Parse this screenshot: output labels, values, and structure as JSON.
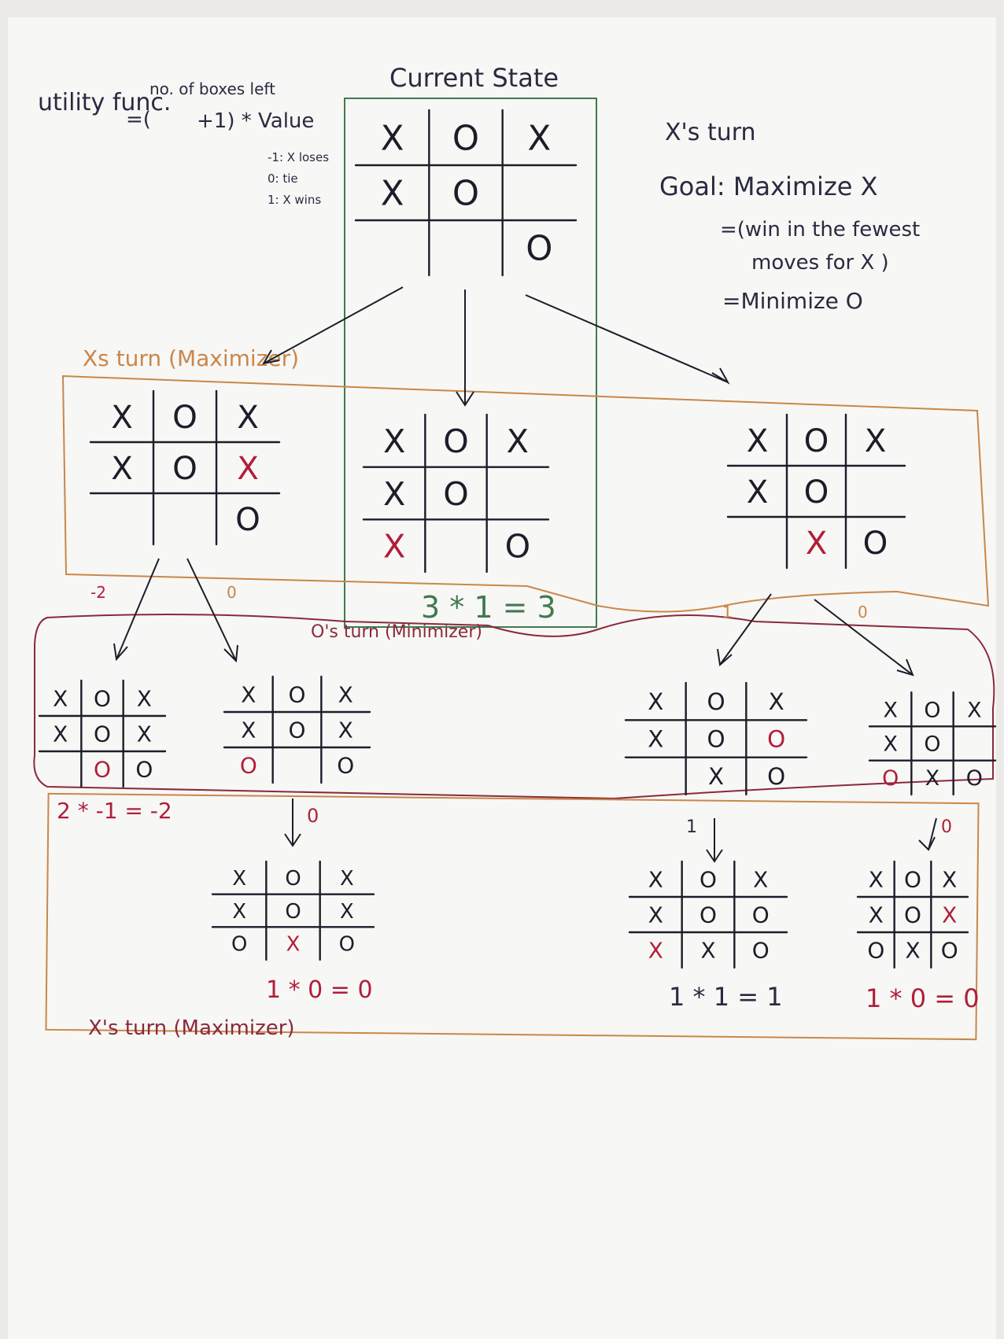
{
  "colors": {
    "paper": "#f7f7f5",
    "ink": "#2a2a40",
    "red_ink": "#b01e3a",
    "green_box": "#3f7a4f",
    "orange_box": "#c9874a",
    "maroon_box": "#8a2a3c"
  },
  "header": {
    "utility_label": "utility func.",
    "formula_prefix": "=(",
    "formula_boxes": "no. of boxes left",
    "formula_suffix": "+1) * Value",
    "value_lose": "-1: X loses",
    "value_tie": "0: tie",
    "value_win": "1: X wins",
    "current_state_title": "Current State",
    "turn_label": "X's turn",
    "goal_line": "Goal: Maximize X",
    "goal_detail_1": "=(win in the fewest",
    "goal_detail_2": "moves for X )",
    "goal_minimize": "=Minimize O"
  },
  "levels": {
    "level1": "Xs turn (Maximizer)",
    "level2": "O's turn (Minimizer)",
    "level3": "X's turn (Maximizer)"
  },
  "edge_labels": {
    "e_left_left": "-2",
    "e_left_right": "0",
    "e_right_left": "1",
    "e_right_right": "0",
    "e_down_1": "0",
    "e_down_2": "1",
    "e_down_3": "0"
  },
  "scores": {
    "center": "3 * 1 = 3",
    "left_leaf": "2 * -1 = -2",
    "mid_leaf": "1 * 0 = 0",
    "right_leaf_1": "1 * 1 = 1",
    "right_leaf_2": "1 * 0 = 0"
  },
  "boards": {
    "root": [
      [
        "X",
        "O",
        "X"
      ],
      [
        "X",
        "O",
        ""
      ],
      [
        "",
        "",
        "O"
      ]
    ],
    "l1_left": [
      [
        "X",
        "O",
        "X"
      ],
      [
        "X",
        "O",
        "X*"
      ],
      [
        "",
        "",
        "O"
      ]
    ],
    "l1_center": [
      [
        "X",
        "O",
        "X"
      ],
      [
        "X",
        "O",
        ""
      ],
      [
        "X*",
        "",
        "O"
      ]
    ],
    "l1_right": [
      [
        "X",
        "O",
        "X"
      ],
      [
        "X",
        "O",
        ""
      ],
      [
        "",
        "X*",
        "O"
      ]
    ],
    "l2_a": [
      [
        "X",
        "O",
        "X"
      ],
      [
        "X",
        "O",
        "X"
      ],
      [
        "",
        "O*",
        "O"
      ]
    ],
    "l2_b": [
      [
        "X",
        "O",
        "X"
      ],
      [
        "X",
        "O",
        "X"
      ],
      [
        "O*",
        "",
        "O"
      ]
    ],
    "l2_c": [
      [
        "X",
        "O",
        "X"
      ],
      [
        "X",
        "O",
        "O*"
      ],
      [
        "",
        "X",
        "O"
      ]
    ],
    "l2_d": [
      [
        "X",
        "O",
        "X"
      ],
      [
        "X",
        "O",
        ""
      ],
      [
        "O*",
        "X",
        "O"
      ]
    ],
    "l3_a": [
      [
        "X",
        "O",
        "X"
      ],
      [
        "X",
        "O",
        "X"
      ],
      [
        "O",
        "X*",
        "O"
      ]
    ],
    "l3_b": [
      [
        "X",
        "O",
        "X"
      ],
      [
        "X",
        "O",
        "O"
      ],
      [
        "X*",
        "X",
        "O"
      ]
    ],
    "l3_c": [
      [
        "X",
        "O",
        "X"
      ],
      [
        "X",
        "O",
        "X*"
      ],
      [
        "O",
        "X",
        "O"
      ]
    ]
  }
}
